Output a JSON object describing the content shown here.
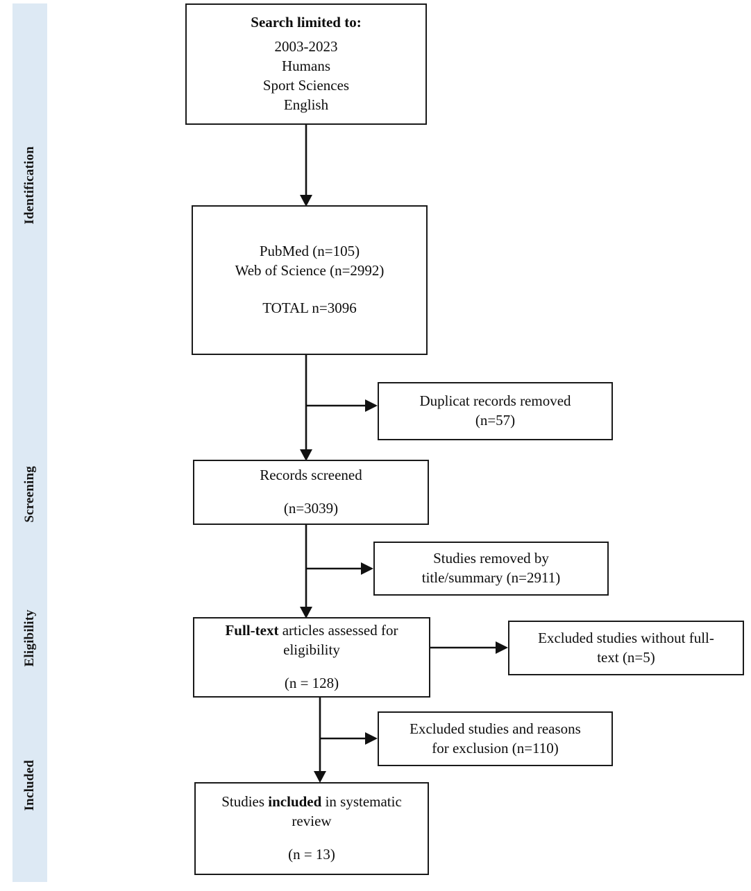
{
  "diagram": {
    "type": "prisma-flow-diagram",
    "title": "PRISMA systematic review flow diagram",
    "band_color": "#dde9f4",
    "line_color": "#111111",
    "box_border_color": "#1a1a1a"
  },
  "phases": [
    {
      "id": "identification",
      "label": "Identification"
    },
    {
      "id": "screening",
      "label": "Screening"
    },
    {
      "id": "eligibility",
      "label": "Eligibility"
    },
    {
      "id": "included",
      "label": "Included"
    }
  ],
  "nodes": {
    "search_limits": {
      "heading": "Search limited to:",
      "lines": [
        "2003-2023",
        "Humans",
        "Sport Sciences",
        "English"
      ]
    },
    "databases": {
      "line1": "PubMed (n=105)",
      "line2": "Web of Science (n=2992)",
      "total": "TOTAL n=3096"
    },
    "duplicates_removed": {
      "line1": "Duplicat records removed",
      "line2": "(n=57)"
    },
    "records_screened": {
      "line1": "Records screened",
      "line2": "(n=3039)"
    },
    "removed_by_title": {
      "line1": "Studies removed by",
      "line2": "title/summary (n=2911)"
    },
    "fulltext_assessed": {
      "line1_bold": "Full-text",
      "line1_rest": " articles assessed for",
      "line2": "eligibility",
      "line3": "(n = 128)"
    },
    "excluded_no_fulltext": {
      "line1": "Excluded studies without full-",
      "line2": "text (n=5)"
    },
    "excluded_with_reasons": {
      "line1": "Excluded studies and reasons",
      "line2": "for exclusion (n=110)"
    },
    "studies_included": {
      "line1_pre": "Studies ",
      "line1_bold": "included",
      "line1_post": " in systematic",
      "line2": "review",
      "line3": "(n = 13)"
    }
  }
}
